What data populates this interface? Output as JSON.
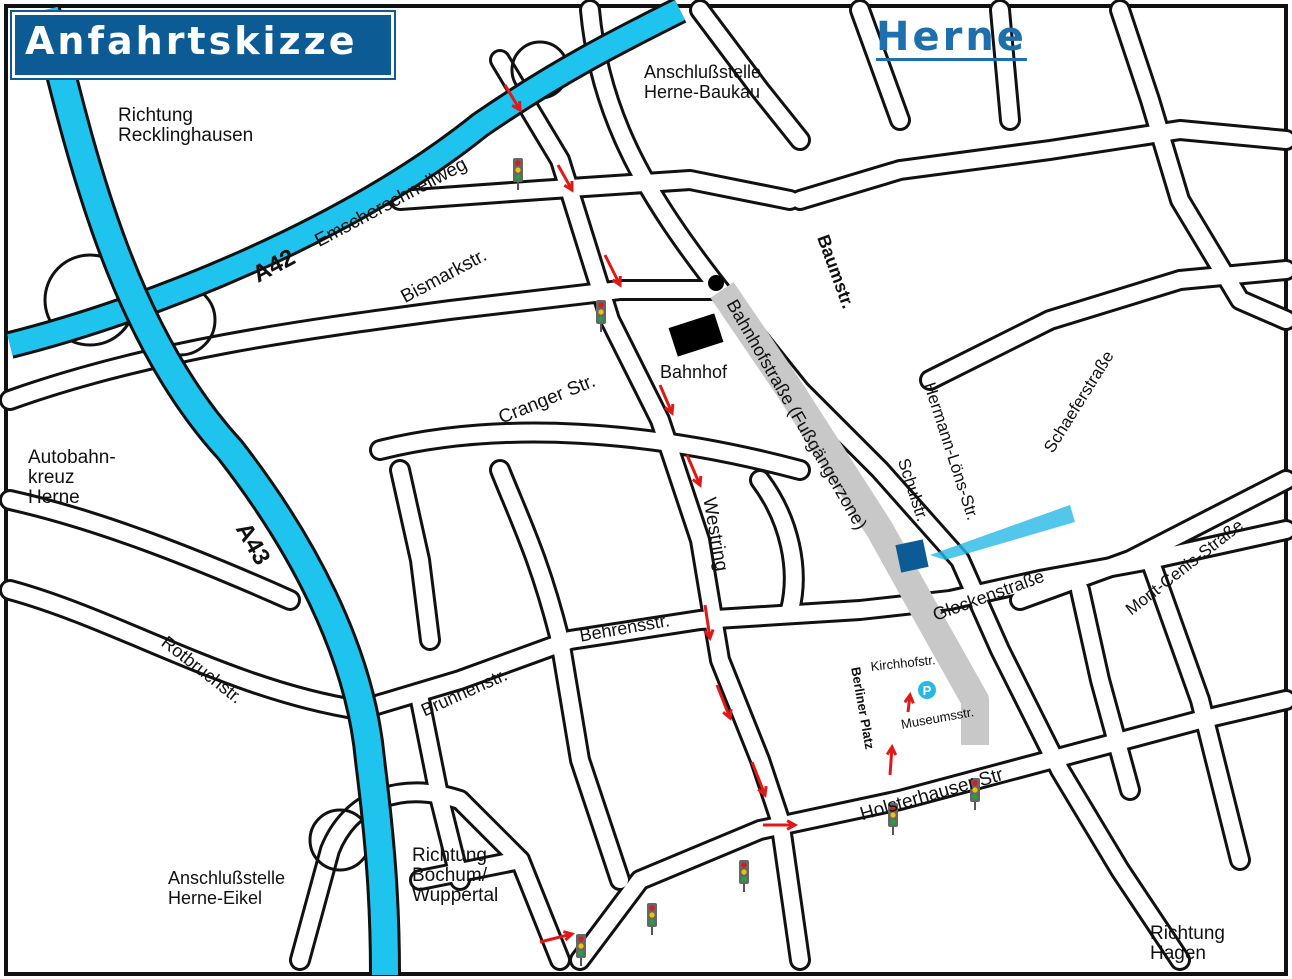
{
  "map": {
    "title": "Anfahrtskizze",
    "city": "Herne",
    "colors": {
      "highway": "#1ec3ee",
      "title_bg": "#0d5b95",
      "pedestrian_zone": "#c8c8c8",
      "route_arrow": "#e01818",
      "destination": "#0d5b95",
      "parking": "#27b9e6"
    },
    "regions": {
      "recklinghausen": "Richtung\nRecklinghausen",
      "baukau": "Anschlußstelle\nHerne-Baukau",
      "autobahnkreuz": "Autobahn-\nkreuz\nHerne",
      "eikel": "Anschlußstelle\nHerne-Eikel",
      "bochum": "Richtung\nBochum/\nWuppertal",
      "hagen": "Richtung\nHagen"
    },
    "highways": {
      "a42": "A42",
      "emscher": "Emscherschnellweg",
      "a43": "A43"
    },
    "streets": {
      "bismark": "Bismarkstr.",
      "cranger": "Cranger Str.",
      "bahnhof": "Bahnhof",
      "bahnhofstrasse": "Bahnhofstraße (Fußgängerzone)",
      "baum": "Baumstr.",
      "hermann": "Hermann-Löns-Str.",
      "schaefer": "Schaeferstraße",
      "schul": "Schulstr.",
      "westring": "Westring",
      "glocken": "Glockenstraße",
      "mont": "Mont-Cenis-Straße",
      "rotbruch": "Rotbruchstr.",
      "behrens": "Behrensstr.",
      "brunnen": "Brunnenstr.",
      "kirchhof": "Kirchhofstr.",
      "berliner": "Berliner Platz",
      "museum": "Museumsstr.",
      "holsterhauser": "Holsterhauser Str"
    },
    "icons": {
      "parking": "P",
      "traffic_light": "traffic-light-icon",
      "arrow": "route-arrow-icon"
    }
  }
}
